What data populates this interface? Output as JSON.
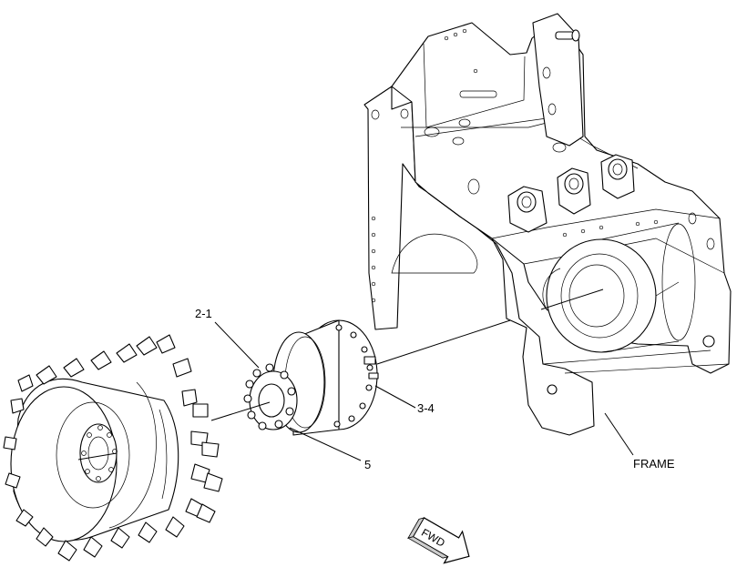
{
  "callouts": {
    "c21": "2-1",
    "c34": "3-4",
    "c5": "5",
    "frame": "FRAME"
  },
  "direction_marker": {
    "label": "FWD"
  },
  "parts": {
    "frame": "frame-assembly",
    "motor": "drive-motor",
    "drum": "cutter-drum",
    "bolts": "bolt-ring"
  }
}
